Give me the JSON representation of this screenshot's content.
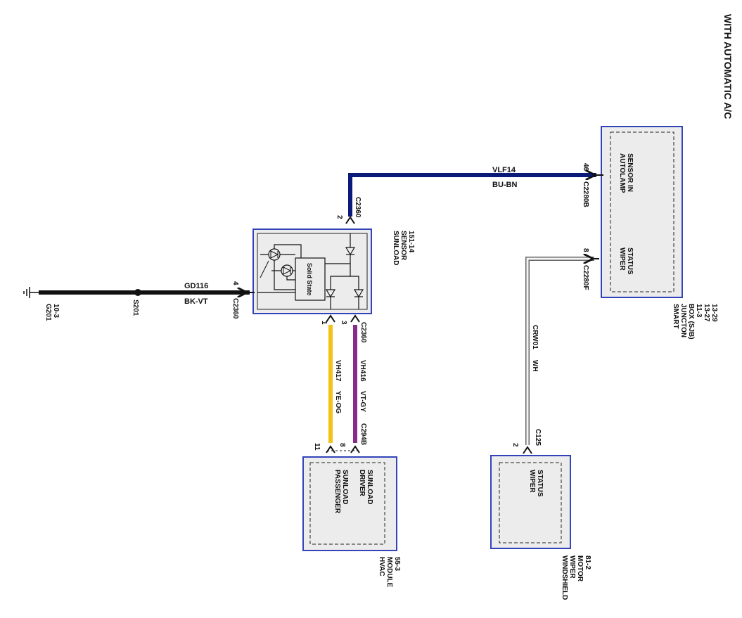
{
  "title": "WITH AUTOMATIC A/C",
  "colors": {
    "box_border": "#3344bb",
    "box_fill": "#ececec",
    "wire_blue": "#0a1a7a",
    "wire_black": "#111111",
    "wire_yellow": "#f2c21a",
    "wire_violet": "#8a2a8a",
    "wire_white": "#f4f4f4"
  },
  "sjb": {
    "name_lines": [
      "SMART",
      "JUNCTON",
      "BOX (SJB)",
      "11-3",
      "13-27",
      "13-29"
    ],
    "autolamp_lines": [
      "AUTOLAMP",
      "SENSOR IN"
    ],
    "autolamp_pin": "46",
    "autolamp_connector": "C2280B",
    "wiper_lines": [
      "WIPER",
      "STATUS"
    ],
    "wiper_pin": "8",
    "wiper_connector": "C2280F"
  },
  "sunload_sensor": {
    "name_lines": [
      "SUNLOAD",
      "SENSOR",
      "151-14"
    ],
    "solid_state": "Solid State",
    "pin_top": "2",
    "connector_top": "C2360",
    "pin_ground": "4",
    "connector_ground": "C2360",
    "pin_bottom_a": "1",
    "pin_bottom_b": "3",
    "connector_bottom": "C2360"
  },
  "wire_vlf14": {
    "circuit": "VLF14",
    "color": "BU-BN"
  },
  "wire_gd116": {
    "circuit": "GD116",
    "color": "BK-VT"
  },
  "splice": {
    "name": "S201"
  },
  "ground": {
    "name": "G201",
    "ref": "10-3"
  },
  "wire_vh417": {
    "circuit": "VH417",
    "color": "YE-OG"
  },
  "wire_vh416": {
    "circuit": "VH416",
    "color": "VT-GY"
  },
  "wire_crw01": {
    "circuit": "CRW01",
    "color": "WH"
  },
  "hvac": {
    "name_lines": [
      "HVAC",
      "MODULE",
      "55-3"
    ],
    "connector": "C294B",
    "pin_passenger": "11",
    "pin_driver": "8",
    "passenger_lines": [
      "PASSENGER",
      "SUNLOAD"
    ],
    "driver_lines": [
      "DRIVER",
      "SUNLOAD"
    ]
  },
  "wiper_motor": {
    "name_lines": [
      "WINDSHIELD",
      "WIPER",
      "MOTOR",
      "81-2"
    ],
    "connector": "C125",
    "pin": "2",
    "status_lines": [
      "WIPER",
      "STATUS"
    ]
  }
}
